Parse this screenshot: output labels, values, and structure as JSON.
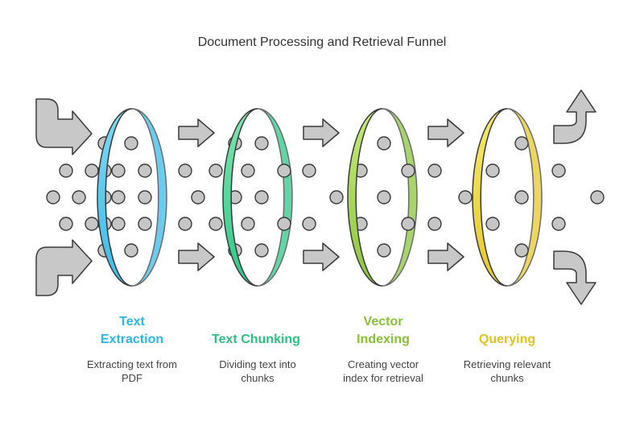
{
  "title": "Document Processing and Retrieval Funnel",
  "colors": {
    "arrow_fill": "#c8c8c8",
    "outline": "#3a3a3a",
    "dot_fill": "#c6c6c6"
  },
  "stages": [
    {
      "label": "Text\nExtraction",
      "description": "Extracting text from\nPDF",
      "color": "#3bbce8",
      "color_light": "#7fd8f6"
    },
    {
      "label": "Text Chunking",
      "description": "Dividing text into\nchunks",
      "color": "#2ec888",
      "color_light": "#7ee6ae"
    },
    {
      "label": "Vector\nIndexing",
      "description": "Creating vector\nindex for retrieval",
      "color": "#8cc63e",
      "color_light": "#c6ea7a"
    },
    {
      "label": "Querying",
      "description": "Retrieving relevant\nchunks",
      "color": "#e6c92a",
      "color_light": "#f6e870"
    }
  ]
}
